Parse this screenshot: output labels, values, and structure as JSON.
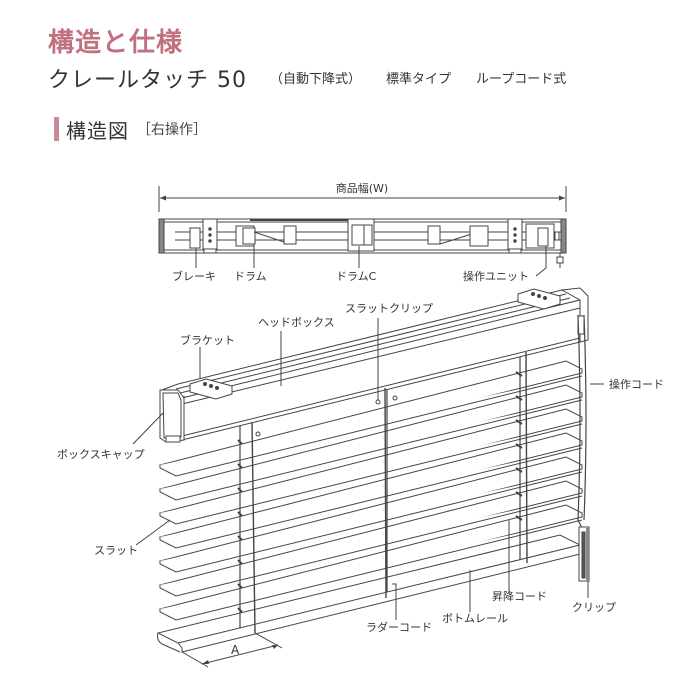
{
  "header": {
    "title": "構造と仕様",
    "title_color": "#c0707f",
    "model_name": "クレールタッチ 50",
    "spec_1": "（自動下降式）",
    "spec_2": "標準タイプ",
    "spec_3": "ループコード式"
  },
  "section": {
    "heading": "構造図",
    "subheading": "［右操作］",
    "accent_color": "#c98a96"
  },
  "top_view": {
    "width_label": "商品幅(W)",
    "labels": {
      "brake": "ブレーキ",
      "drum": "ドラム",
      "drum_c": "ドラムC",
      "operation_unit": "操作ユニット"
    }
  },
  "perspective_view": {
    "labels": {
      "head_box": "ヘッドボックス",
      "slat_clip": "スラットクリップ",
      "bracket": "ブラケット",
      "operation_cord": "操作コード",
      "box_cap": "ボックスキャップ",
      "slat": "スラット",
      "lift_cord": "昇降コード",
      "clip": "クリップ",
      "ladder_cord": "ラダーコード",
      "bottom_rail": "ボトムレール",
      "dimension_a": "A"
    }
  },
  "colors": {
    "line": "#444444",
    "text": "#333333"
  }
}
